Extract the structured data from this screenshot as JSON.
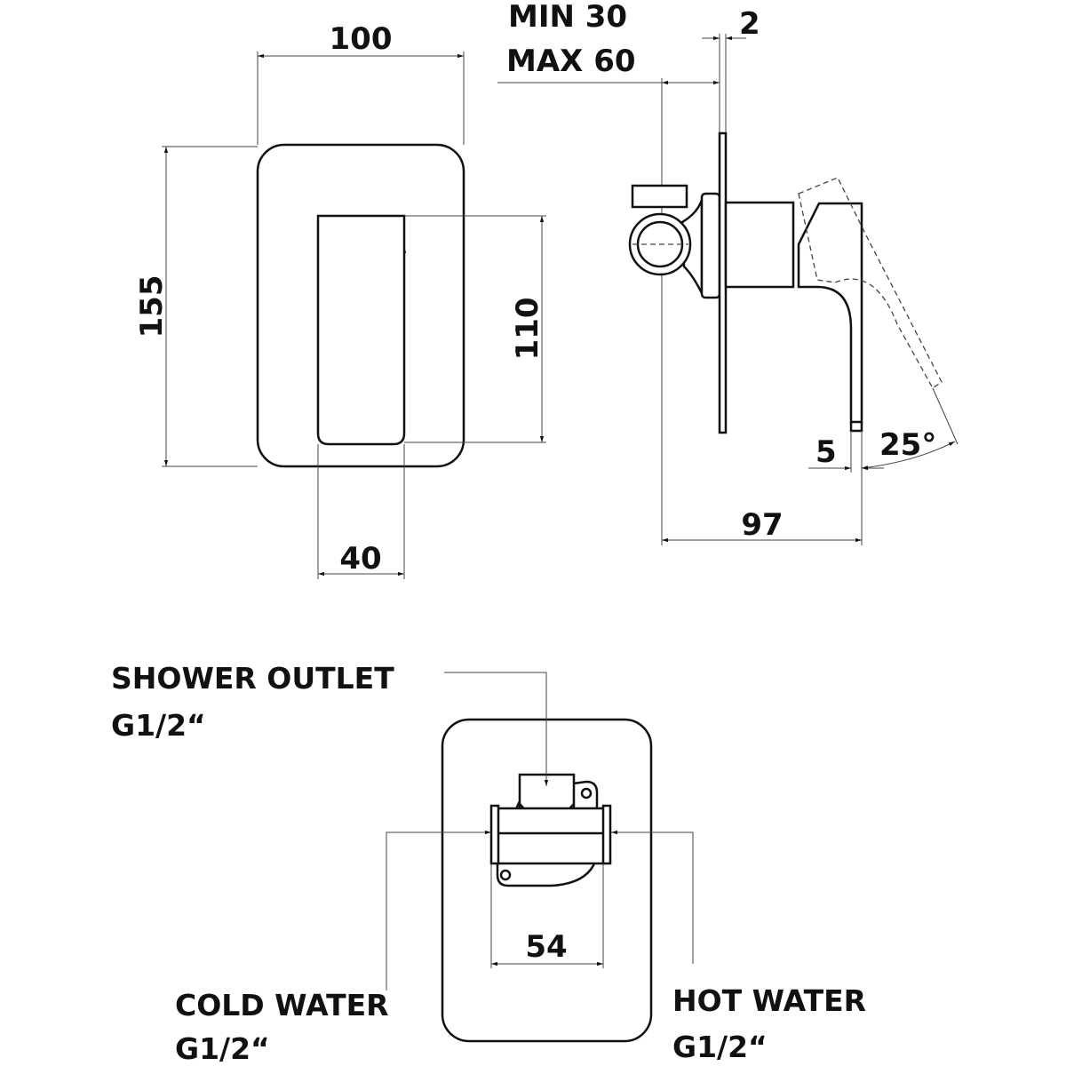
{
  "front_view": {
    "width": "100",
    "height": "155",
    "handle_height": "110",
    "handle_width": "40"
  },
  "side_view": {
    "depth_min": "MIN 30",
    "depth_max": "MAX 60",
    "plate_thickness": "2",
    "total_depth": "97",
    "lever_offset": "5",
    "lever_angle": "25°"
  },
  "bottom_view": {
    "shower_outlet": {
      "label": "SHOWER OUTLET",
      "thread": "G1/2“"
    },
    "cold_water": {
      "label": "COLD WATER",
      "thread": "G1/2“"
    },
    "hot_water": {
      "label": "HOT WATER",
      "thread": "G1/2“"
    },
    "inlet_spacing": "54"
  }
}
